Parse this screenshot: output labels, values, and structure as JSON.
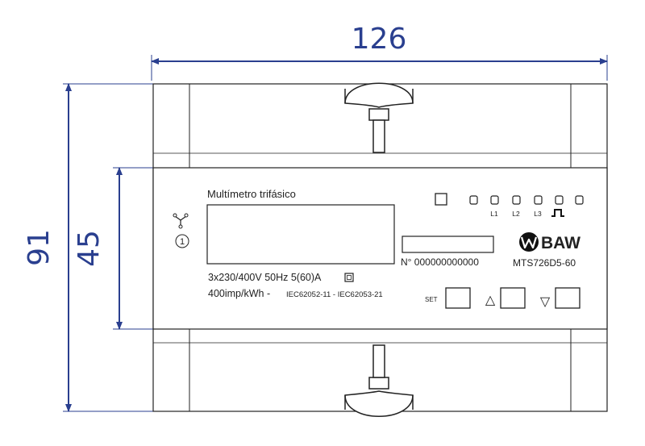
{
  "dimensions": {
    "width": "126",
    "height_total": "91",
    "height_front": "45"
  },
  "device": {
    "title": "Multímetro trifásico",
    "circle_number": "1",
    "rating": "3x230/400V 50Hz  5(60)A",
    "impulse": "400imp/kWh -",
    "standards": "IEC62052-11 - IEC62053-21",
    "serial": "N° 000000000000",
    "model": "MTS726D5-60",
    "brand": "BAW",
    "led_labels": [
      "L1",
      "L2",
      "L3"
    ],
    "set_label": "SET"
  },
  "icons": {
    "triangle_up": "△",
    "triangle_down": "▽"
  },
  "colors": {
    "dimension": "#2a3f8f",
    "line": "#222222",
    "brand": "#111111"
  }
}
